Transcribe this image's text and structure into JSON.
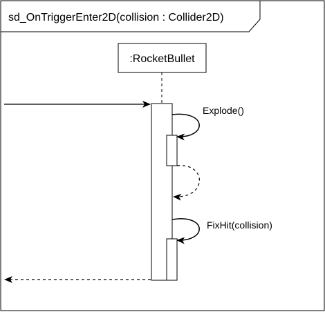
{
  "frame": {
    "title": "sd_OnTriggerEnter2D(collision : Collider2D)"
  },
  "lifeline": {
    "name": ":RocketBullet"
  },
  "messages": [
    {
      "kind": "found-call",
      "label": ""
    },
    {
      "kind": "self-call",
      "label": "Explode()"
    },
    {
      "kind": "self-return",
      "label": ""
    },
    {
      "kind": "self-call",
      "label": "FixHit(collision)"
    },
    {
      "kind": "return",
      "label": ""
    }
  ],
  "colors": {
    "stroke": "#000000",
    "background": "#ffffff"
  }
}
